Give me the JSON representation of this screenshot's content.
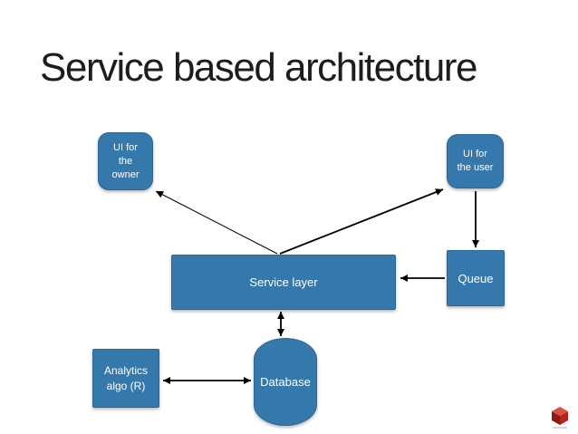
{
  "slide": {
    "title": "Service based architecture"
  },
  "diagram": {
    "nodes": {
      "ui_owner": {
        "label": "UI for\nthe\nowner"
      },
      "ui_user": {
        "label": "UI for\nthe user"
      },
      "service_layer": {
        "label": "Service layer"
      },
      "queue": {
        "label": "Queue"
      },
      "analytics": {
        "label": "Analytics\nalgo (R)"
      },
      "database": {
        "label": "Database"
      }
    },
    "edges": [
      {
        "from": "service_layer",
        "to": "ui_owner",
        "arrows": "end",
        "weight": "thin"
      },
      {
        "from": "service_layer",
        "to": "ui_user",
        "arrows": "end",
        "weight": "normal"
      },
      {
        "from": "ui_user",
        "to": "queue",
        "arrows": "end",
        "weight": "normal"
      },
      {
        "from": "queue",
        "to": "service_layer",
        "arrows": "end",
        "weight": "normal"
      },
      {
        "from": "service_layer",
        "to": "database",
        "arrows": "both",
        "weight": "normal"
      },
      {
        "from": "analytics",
        "to": "database",
        "arrows": "both",
        "weight": "normal"
      }
    ],
    "colors": {
      "node_fill": "#3578ac",
      "node_border": "#2d6795",
      "node_text": "#ffffff",
      "arrow": "#000000",
      "title_text": "#1d1d1d",
      "logo_red_top": "#d94f43",
      "logo_red_left": "#8f1a12",
      "logo_red_right": "#b5241a"
    },
    "logo": {
      "icon": "red-cube-logo"
    }
  }
}
